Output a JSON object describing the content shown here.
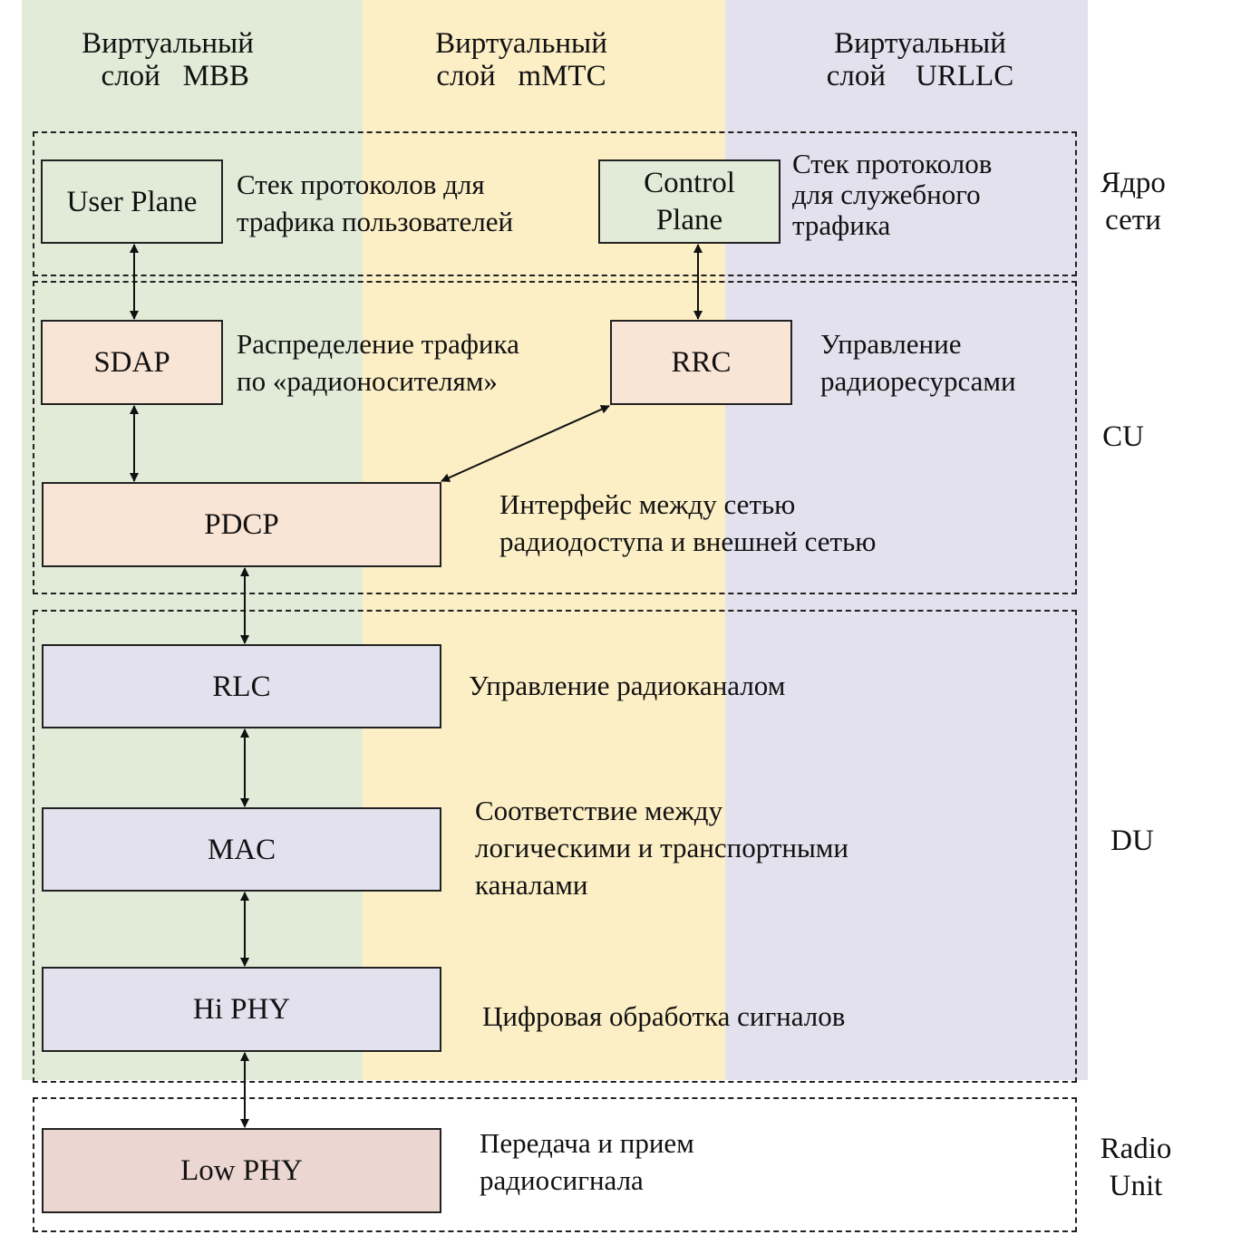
{
  "columns": [
    {
      "id": "mbb",
      "title": "Виртуальный\n  слой   MBB",
      "color": "#e1ebd8"
    },
    {
      "id": "mmtc",
      "title": "Виртуальный\nслой   mMTC",
      "color": "#fcefc6"
    },
    {
      "id": "urllc",
      "title": "Виртуальный\nслой    URLLC",
      "color": "#e3e1ee"
    }
  ],
  "zones": {
    "core": "Ядро\nсети",
    "cu": "CU",
    "du": "DU",
    "ru": "Radio\nUnit"
  },
  "blocks": {
    "user_plane": {
      "label": "User Plane",
      "desc": "Стек протоколов для\nтрафика пользователей"
    },
    "control_plane": {
      "label": "Control\nPlane",
      "desc": "Стек протоколов\nдля служебного\nтрафика"
    },
    "sdap": {
      "label": "SDAP",
      "desc": "Распределение трафика\nпо «радионосителям»"
    },
    "rrc": {
      "label": "RRC",
      "desc": "Управление\nрадиоресурсами"
    },
    "pdcp": {
      "label": "PDCP",
      "desc": "Интерфейс между сетью\nрадиодоступа и внешней сетью"
    },
    "rlc": {
      "label": "RLC",
      "desc": "Управление радиоканалом"
    },
    "mac": {
      "label": "MAC",
      "desc": "Соответствие между\nлогическими и транспортными\nканалами"
    },
    "hi_phy": {
      "label": "Hi PHY",
      "desc": "Цифровая обработка сигналов"
    },
    "low_phy": {
      "label": "Low PHY",
      "desc": "Передача и прием\nрадиосигнала"
    }
  },
  "connections": [
    {
      "from": "user_plane",
      "to": "sdap",
      "type": "bidirectional"
    },
    {
      "from": "control_plane",
      "to": "rrc",
      "type": "bidirectional"
    },
    {
      "from": "sdap",
      "to": "pdcp",
      "type": "bidirectional"
    },
    {
      "from": "rrc",
      "to": "pdcp",
      "type": "bidirectional"
    },
    {
      "from": "pdcp",
      "to": "rlc",
      "type": "bidirectional"
    },
    {
      "from": "rlc",
      "to": "mac",
      "type": "bidirectional"
    },
    {
      "from": "mac",
      "to": "hi_phy",
      "type": "bidirectional"
    },
    {
      "from": "hi_phy",
      "to": "low_phy",
      "type": "bidirectional"
    }
  ]
}
